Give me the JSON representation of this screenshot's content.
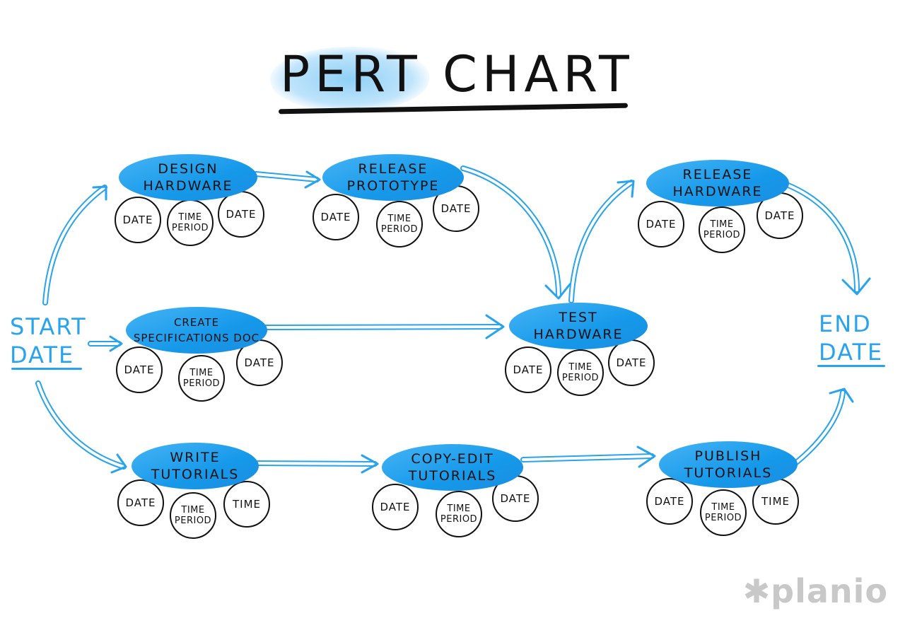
{
  "title": "PERT CHART",
  "milestones": {
    "start": "START\nDATE",
    "end": "END\nDATE"
  },
  "colors": {
    "accent": "#28a3ee",
    "pill": "#1699ea",
    "ink": "#111111",
    "logo": "#c8c8c8"
  },
  "tasks": {
    "design_hardware": {
      "label": "DESIGN\nHARDWARE",
      "c1": "DATE",
      "c2": "TIME\nPERIOD",
      "c3": "DATE"
    },
    "release_prototype": {
      "label": "RELEASE\nPROTOTYPE",
      "c1": "DATE",
      "c2": "TIME\nPERIOD",
      "c3": "DATE"
    },
    "release_hardware": {
      "label": "RELEASE\nHARDWARE",
      "c1": "DATE",
      "c2": "TIME\nPERIOD",
      "c3": "DATE"
    },
    "create_specs": {
      "label": "CREATE\nSPECIFICATIONS DOC",
      "c1": "DATE",
      "c2": "TIME\nPERIOD",
      "c3": "DATE"
    },
    "test_hardware": {
      "label": "TEST\nHARDWARE",
      "c1": "DATE",
      "c2": "TIME\nPERIOD",
      "c3": "DATE"
    },
    "write_tutorials": {
      "label": "WRITE\nTUTORIALS",
      "c1": "DATE",
      "c2": "TIME\nPERIOD",
      "c3": "TIME"
    },
    "copyedit_tutorials": {
      "label": "COPY-EDIT\nTUTORIALS",
      "c1": "DATE",
      "c2": "TIME\nPERIOD",
      "c3": "DATE"
    },
    "publish_tutorials": {
      "label": "PUBLISH\nTUTORIALS",
      "c1": "DATE",
      "c2": "TIME\nPERIOD",
      "c3": "TIME"
    }
  },
  "logo": "✱planio"
}
